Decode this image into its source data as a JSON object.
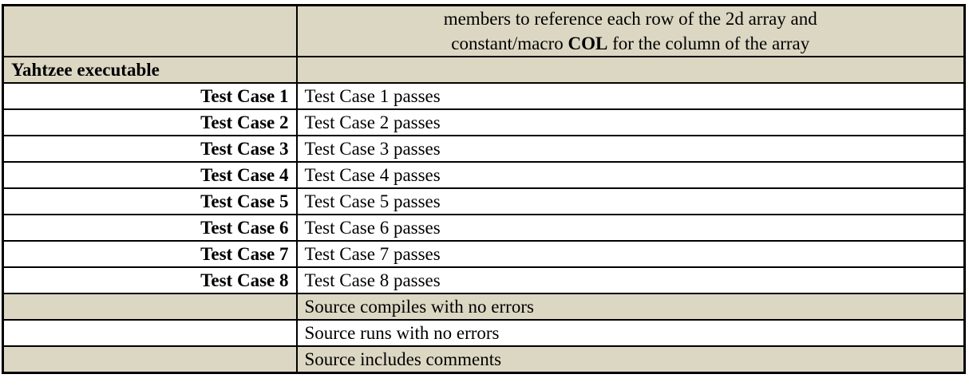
{
  "table": {
    "colors": {
      "shaded_bg": "#DCD7C3",
      "border": "#000000",
      "text": "#000000"
    },
    "header": {
      "left_cell": "",
      "right_line1": "members to reference each row of the 2d array and",
      "right_line2_pre": "constant/macro ",
      "right_line2_bold": "COL",
      "right_line2_post": " for the column of the array"
    },
    "section_row": {
      "label": "Yahtzee executable",
      "value": ""
    },
    "test_rows": [
      {
        "label": "Test Case 1",
        "value": "Test Case 1 passes"
      },
      {
        "label": "Test Case 2",
        "value": "Test Case 2 passes"
      },
      {
        "label": "Test Case 3",
        "value": "Test Case 3 passes"
      },
      {
        "label": "Test Case 4",
        "value": "Test Case 4 passes"
      },
      {
        "label": "Test Case 5",
        "value": "Test Case 5 passes"
      },
      {
        "label": "Test Case 6",
        "value": "Test Case 6 passes"
      },
      {
        "label": "Test Case 7",
        "value": "Test Case 7 passes"
      },
      {
        "label": "Test Case 8",
        "value": "Test Case 8 passes"
      }
    ],
    "source_rows": [
      {
        "label": "",
        "value": "Source compiles with no errors",
        "shaded": true
      },
      {
        "label": "",
        "value": "Source runs with no errors",
        "shaded": false
      },
      {
        "label": "",
        "value": "Source includes comments",
        "shaded": true
      }
    ]
  }
}
